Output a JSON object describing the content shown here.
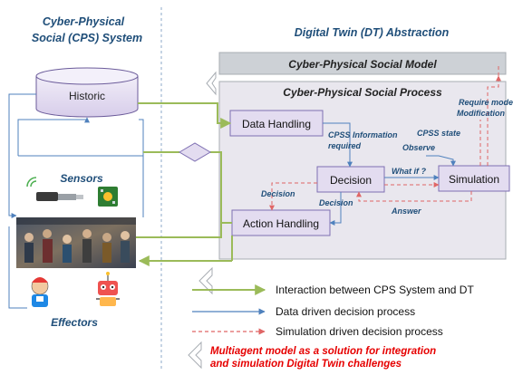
{
  "left_title": [
    "Cyber-Physical",
    "Social (CPS) System"
  ],
  "right_title": "Digital Twin (DT) Abstraction",
  "historic_label": "Historic",
  "sensors_label": "Sensors",
  "effectors_label": "Effectors",
  "model_label": "Cyber-Physical Social Model",
  "process_label": "Cyber-Physical Social Process",
  "boxes": {
    "data_handling": "Data Handling",
    "decision": "Decision",
    "simulation": "Simulation",
    "action_handling": "Action Handling"
  },
  "edge_labels": {
    "require_model": "Require model",
    "modification": "Modification",
    "cpss_info": "CPSS Information",
    "required": "required",
    "cpss_state": "CPSS state",
    "observe": "Observe",
    "what_if": "What if ?",
    "decision_1": "Decision",
    "decision_2": "Decision",
    "answer": "Answer"
  },
  "legend": [
    {
      "label": "Interaction between CPS System and DT",
      "style": "solid",
      "color": "#9bbb59"
    },
    {
      "label": "Data driven decision process",
      "style": "solid",
      "color": "#4f81bd"
    },
    {
      "label": "Simulation driven decision process",
      "style": "dashed",
      "color": "#e06666"
    }
  ],
  "footnote": [
    "Multiagent model as a solution for integration",
    "and simulation Digital Twin challenges"
  ],
  "colors": {
    "title": "#1f4e79",
    "box_fill": "#e3dcf0",
    "green": "#9bbb59",
    "blue": "#4f81bd",
    "red": "#e06666",
    "footnote": "#e60000"
  }
}
